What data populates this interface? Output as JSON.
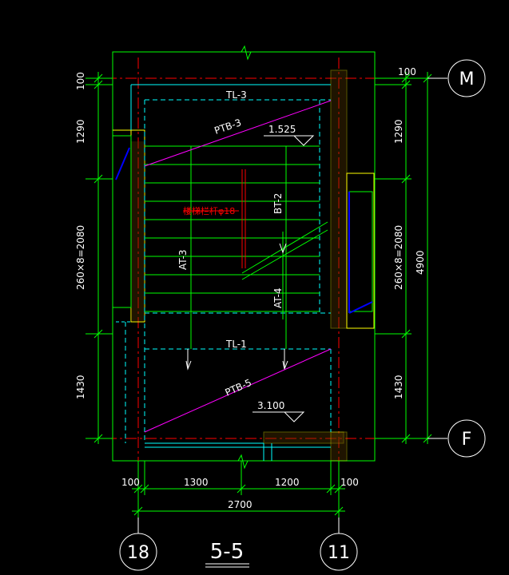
{
  "title": "5-5",
  "axes": {
    "right_top": "M",
    "right_bottom": "F",
    "bottom_left": "18",
    "bottom_right": "11"
  },
  "levels": {
    "upper": "1.525",
    "lower": "3.100"
  },
  "labels": {
    "tl_top": "TL-3",
    "tl_mid": "TL-1",
    "ptb_top": "PTB-3",
    "ptb_bottom": "PTB-5",
    "at_left": "AT-3",
    "at_right": "AT-4",
    "bt": "BT-2",
    "handrail_note": "楼梯栏杆φ18"
  },
  "dims_left": [
    "100",
    "1290",
    "260×8=2080",
    "1430"
  ],
  "dims_right": [
    "100",
    "1290",
    "260×8=2080",
    "1430"
  ],
  "dim_total_right": "4900",
  "dims_bottom": [
    "100",
    "1300",
    "1200",
    "100"
  ],
  "dim_total_bottom": "2700",
  "colors": {
    "background": "#000000",
    "green": "#00ff00",
    "cyan": "#00ffff",
    "red": "#ff0000",
    "magenta": "#ff00ff",
    "blue": "#0000ff",
    "yellow": "#ffff00",
    "white": "#ffffff"
  }
}
